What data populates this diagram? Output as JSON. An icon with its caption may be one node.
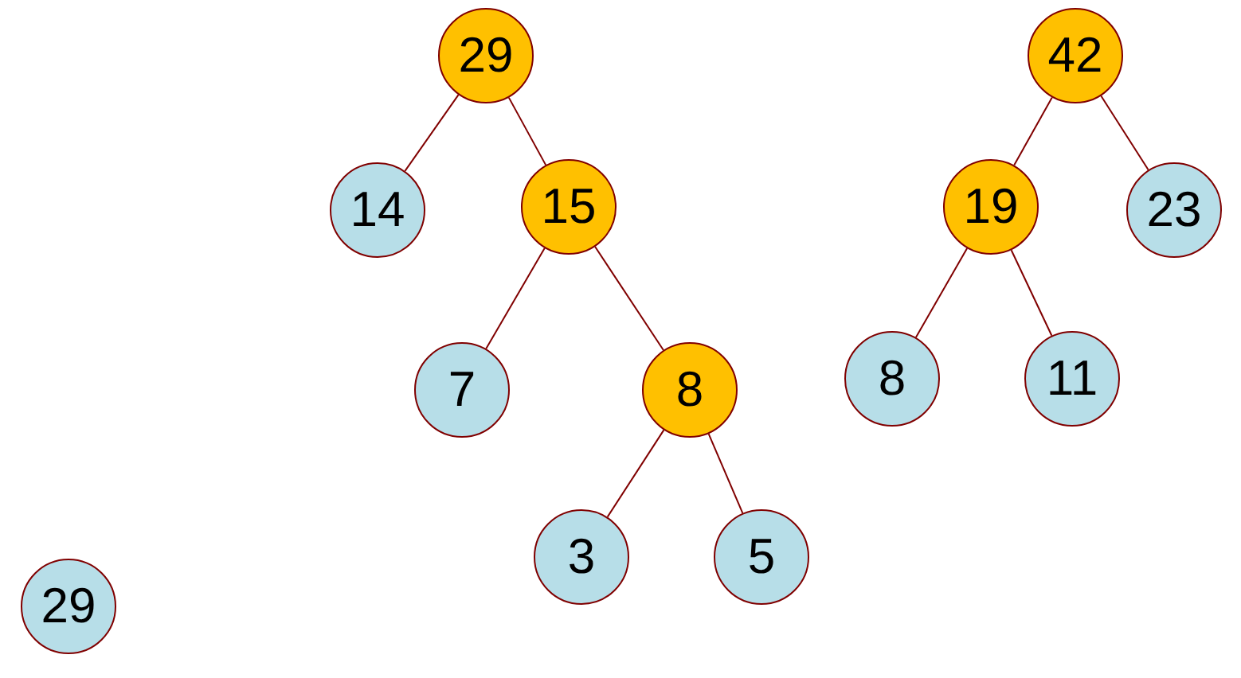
{
  "diagram": {
    "nodes": [
      {
        "text": [
          "29"
        ]
      },
      {
        "text": [
          "14"
        ]
      },
      {
        "text": [
          "15"
        ]
      },
      {
        "text": [
          "7"
        ]
      },
      {
        "text": [
          "8"
        ]
      },
      {
        "text": [
          "3"
        ]
      },
      {
        "text": [
          "5"
        ]
      },
      {
        "text": [
          "42"
        ]
      },
      {
        "text": [
          "19"
        ]
      },
      {
        "text": [
          "23"
        ]
      },
      {
        "text": [
          "8"
        ]
      },
      {
        "text": [
          "11"
        ]
      },
      {
        "text": [
          "29"
        ]
      }
    ],
    "edges": [
      {
        "from": 0,
        "to": 1,
        "arrow": "none"
      },
      {
        "from": 0,
        "to": 2,
        "arrow": "none"
      },
      {
        "from": 2,
        "to": 3,
        "arrow": "none"
      },
      {
        "from": 2,
        "to": 4,
        "arrow": "none"
      },
      {
        "from": 4,
        "to": 5,
        "arrow": "none"
      },
      {
        "from": 4,
        "to": 6,
        "arrow": "none"
      },
      {
        "from": 7,
        "to": 8,
        "arrow": "none"
      },
      {
        "from": 7,
        "to": 9,
        "arrow": "none"
      },
      {
        "from": 8,
        "to": 10,
        "arrow": "none"
      },
      {
        "from": 8,
        "to": 11,
        "arrow": "none"
      }
    ]
  }
}
